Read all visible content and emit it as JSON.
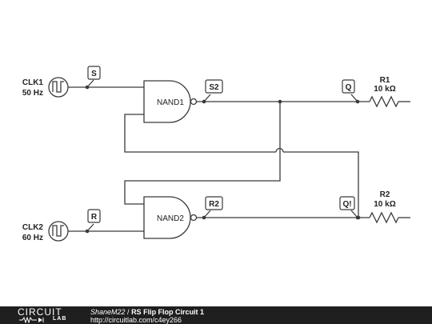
{
  "components": {
    "clk1": {
      "name": "CLK1",
      "freq": "50 Hz"
    },
    "clk2": {
      "name": "CLK2",
      "freq": "60 Hz"
    },
    "nand1": {
      "name": "NAND1"
    },
    "nand2": {
      "name": "NAND2"
    },
    "r1": {
      "name": "R1",
      "value": "10 kΩ"
    },
    "r2": {
      "name": "R2",
      "value": "10 kΩ"
    }
  },
  "probes": {
    "s": "S",
    "r": "R",
    "s2": "S2",
    "r2": "R2",
    "q": "Q",
    "qbar": "Q!"
  },
  "footer": {
    "logo_top": "CIRCUIT",
    "logo_bottom": "LAB",
    "author": "ShaneM22",
    "separator": " / ",
    "circuit_name": "RS Flip Flop Circuit 1",
    "url": "http://circuitlab.com/c4ey266"
  }
}
